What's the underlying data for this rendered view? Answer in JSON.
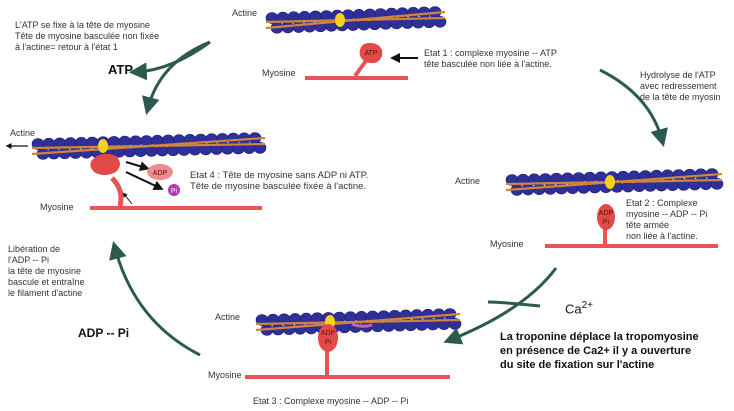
{
  "colors": {
    "actin_bead": "#2f2f9a",
    "actin_bead_dark": "#1d1d6e",
    "tropomyosin": "#d2843a",
    "myosin": "#e85454",
    "myosin_head": "#e24a4a",
    "adp_badge": "#f08b8b",
    "pi_badge": "#b03ab0",
    "troponin": "#f4d31a",
    "arrow": "#2d5a4e"
  },
  "icons": [
    "actin-filament",
    "myosin-filament",
    "myosin-head",
    "troponin-dot",
    "cycle-arrow"
  ],
  "labels": {
    "actine": "Actine",
    "myosine": "Myosine",
    "atp": "ATP",
    "adp": "ADP",
    "pi": "Pi",
    "adp_pi_head": "ADP\nPi",
    "atp_arrow": "ATP",
    "adp_pi_arrow": "ADP -- Pi",
    "ca": "Ca",
    "ca_sup": "2+"
  },
  "captions": {
    "atp_binding": [
      "L'ATP se fixe à la tête de myosine",
      "Tête de myosine basculée non fixée",
      "à l'actine= retour à l'état 1"
    ],
    "state1": [
      "Etat 1 : complexe myosine -- ATP",
      "tête basculée non liée à l'actine."
    ],
    "hydrolysis": [
      "Hydrolyse de l'ATP",
      "avec redressement",
      "de la tête de myosin"
    ],
    "state2": [
      "Etat 2 : Complexe",
      "myosine -- ADP -- Pi",
      "tête armée",
      "non liée à l'actine."
    ],
    "state4": [
      "Etat 4 : Tête de myosine sans ADP ni ATP.",
      "Tête de myosine basculée fixée à l'actine."
    ],
    "release": [
      "Libération de",
      "l'ADP -- Pi",
      "la tête de myosine",
      "bascule et entraîne",
      "le filament d'actine"
    ],
    "state3": "Etat 3 : Complexe myosine -- ADP -- Pi",
    "troponin": [
      "La troponine déplace la tropomyosine",
      "en présence de Ca2+ il y a ouverture",
      "du site de fixation sur l'actine"
    ]
  }
}
